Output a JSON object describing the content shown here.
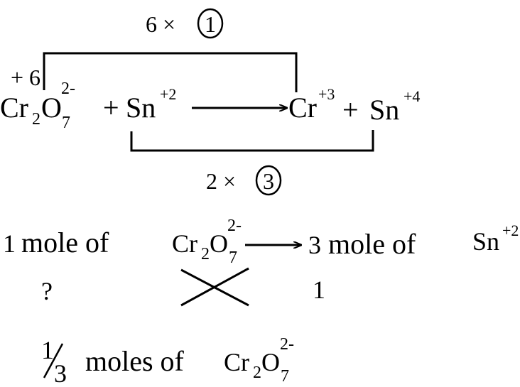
{
  "reaction": {
    "top_label": {
      "factor": "6 ×",
      "circled": "1"
    },
    "oxidation_state": "+ 6",
    "dichromate": {
      "base1": "Cr",
      "sub1": "2",
      "base2": "O",
      "sub2": "7",
      "charge": "2-"
    },
    "plus1": "+",
    "tin_reactant": {
      "base": "Sn",
      "charge": "+2"
    },
    "chromium_product": {
      "base": "Cr",
      "charge": "+3"
    },
    "plus2": "+",
    "tin_product": {
      "base": "Sn",
      "charge": "+4"
    },
    "bottom_label": {
      "factor": "2 ×",
      "circled": "3"
    }
  },
  "ratio": {
    "left_count": "1",
    "left_text": "mole of",
    "dichromate": {
      "base1": "Cr",
      "sub1": "2",
      "base2": "O",
      "sub2": "7",
      "charge": "2-"
    },
    "right_count": "3",
    "right_text": "mole of",
    "tin": {
      "base": "Sn",
      "charge": "+2"
    },
    "unknown": "?",
    "given": "1"
  },
  "result": {
    "numerator": "1",
    "denominator": "3",
    "text": "moles of",
    "dichromate": {
      "base1": "Cr",
      "sub1": "2",
      "base2": "O",
      "sub2": "7",
      "charge": "2-"
    }
  }
}
